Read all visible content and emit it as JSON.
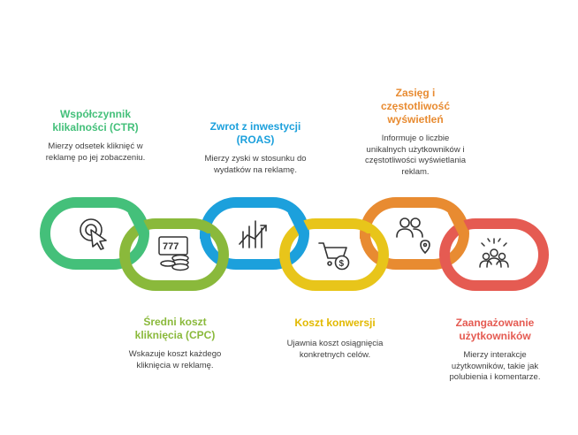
{
  "colors": {
    "green": "#44c07a",
    "lime": "#8ab93b",
    "blue": "#1ca0dc",
    "yellow": "#e8c51a",
    "orange": "#e88b31",
    "red": "#e55b52",
    "icon": "#333333",
    "text": "#404040"
  },
  "steps": [
    {
      "title": "Współczynnik klikalności (CTR)",
      "description": "Mierzy odsetek kliknięć w reklamę po jej zobaczeniu.",
      "icon": "cursor-click-icon",
      "color": "#44c07a"
    },
    {
      "title": "Średni koszt kliknięcia (CPC)",
      "description": "Wskazuje koszt każdego kliknięcia w reklamę.",
      "icon": "slot-machine-coins-icon",
      "color": "#8ab93b"
    },
    {
      "title": "Zwrot z inwestycji (ROAS)",
      "description": "Mierzy zyski w stosunku do wydatków na reklamę.",
      "icon": "growth-chart-icon",
      "color": "#1ca0dc"
    },
    {
      "title": "Koszt konwersji",
      "description": "Ujawnia koszt osiągnięcia konkretnych celów.",
      "icon": "cart-dollar-icon",
      "color": "#e8c51a"
    },
    {
      "title": "Zasięg i częstotliwość wyświetleń",
      "description": "Informuje o liczbie unikalnych użytkowników i częstotliwości wyświetlania reklam.",
      "icon": "users-location-icon",
      "color": "#e88b31"
    },
    {
      "title": "Zaangażowanie użytkowników",
      "description": "Mierzy interakcje użytkowników, takie jak polubienia i komentarze.",
      "icon": "crowd-celebrate-icon",
      "color": "#e55b52"
    }
  ]
}
